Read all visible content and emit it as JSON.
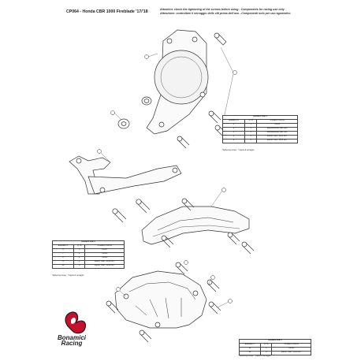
{
  "header": {
    "title": "CP064 - Honda CBR 1000 Fireblade '17/'18",
    "attention_en": "Attention: check the tightening of the screws before using - Components for racing use only",
    "attention_it": "Attenzione: controllare il serraggio delle viti prima dell'uso - Componenti solo per uso agonistico"
  },
  "tables": [
    {
      "caption": "ELENCO PARTI",
      "headers": [
        "ELEMENTO",
        "Q.TÀ",
        "NUMERO PARTE"
      ],
      "rows": [
        [
          "1",
          "1",
          "CP065"
        ],
        [
          "2",
          "1",
          "dadobassoM6(T)EN 4/23"
        ],
        [
          "3",
          "1",
          "dadobassoM6(T)EN 4/23"
        ],
        [
          "4",
          "4",
          "M6x30 TCEI - 10,50 Nm*"
        ],
        [
          "5",
          "3",
          "M6x30 TCEI - 10,50 Nm*"
        ]
      ],
      "note": "*tightening torque - *coppia di serraggio"
    },
    {
      "caption": "ELENCO PARTI",
      "headers": [
        "ELEMENTO",
        "Q.TÀ",
        "NUMERO PARTE"
      ],
      "rows": [
        [
          "6",
          "1",
          "CP067"
        ],
        [
          "7",
          "1",
          "CP068"
        ],
        [
          "8",
          "1",
          "CP069"
        ],
        [
          "9",
          "2",
          "M6x12 TCEI - 10,50 Nm*"
        ],
        [
          "10",
          "6",
          "M6x30 TCEI - 10,50 Nm*"
        ]
      ],
      "note": "*tightening torque - *coppia di serraggio"
    },
    {
      "caption": "ELENCO PARTI",
      "headers": [
        "ELEMENTO",
        "Q.TÀ",
        "NUMERO PARTE"
      ],
      "rows": [
        [
          "11",
          "1",
          "CP066"
        ],
        [
          "12",
          "4",
          "M6x30 TCEI - 10,50 Nm*"
        ]
      ],
      "note": "*tightening torque - *coppia di serraggio"
    }
  ],
  "logo": {
    "line1": "Bonamici",
    "line2": "Racing",
    "brand_colors": [
      "#c8102e",
      "#1a1a1a"
    ]
  }
}
